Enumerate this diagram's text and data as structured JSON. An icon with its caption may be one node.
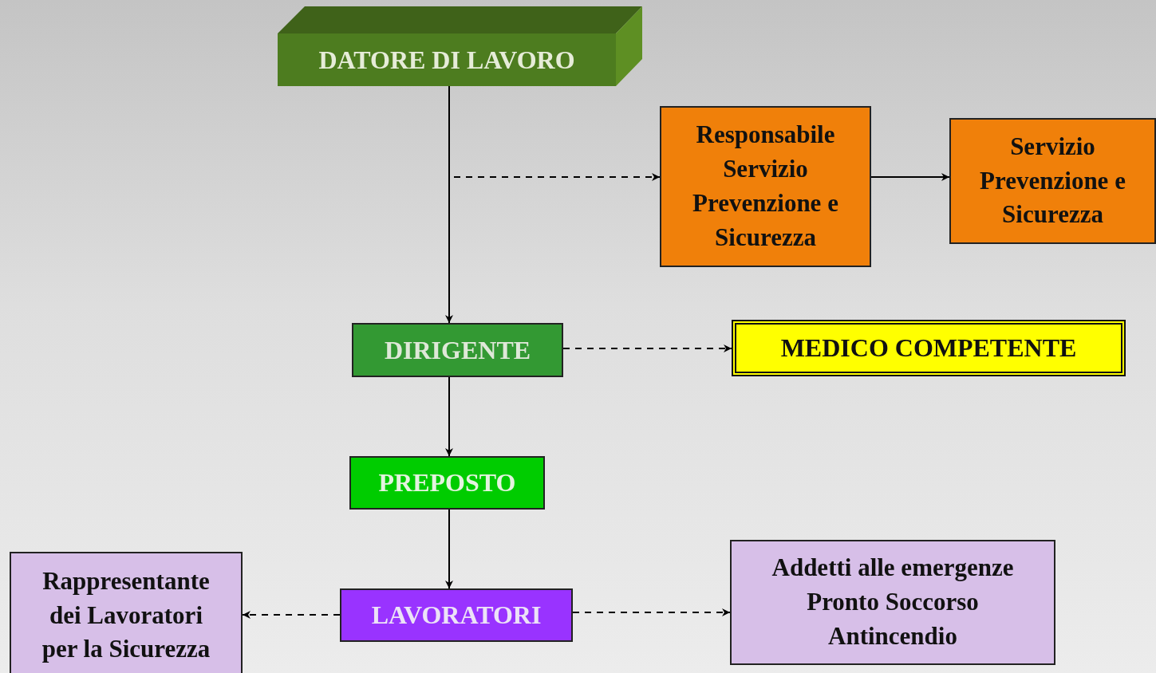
{
  "diagram": {
    "nodes": [
      {
        "text": [
          "DATORE DI LAVORO"
        ]
      },
      {
        "text": [
          "Responsabile Servizio Prevenzione e Sicurezza"
        ]
      },
      {
        "text": [
          "Servizio Prevenzione e Sicurezza"
        ]
      },
      {
        "text": [
          "DIRIGENTE"
        ]
      },
      {
        "text": [
          "MEDICO COMPETENTE"
        ]
      },
      {
        "text": [
          "PREPOSTO"
        ]
      },
      {
        "text": [
          "LAVORATORI"
        ]
      },
      {
        "text": [
          "Rappresentante dei Lavoratori per la Sicurezza"
        ]
      },
      {
        "text": [
          "Addetti alle emergenze Pronto Soccorso Antincendio"
        ]
      }
    ],
    "edges": [
      {
        "from": 0,
        "to": 3,
        "arrow": "to"
      },
      {
        "from": 0,
        "to": 1,
        "arrow": "to",
        "style": "dashed"
      },
      {
        "from": 1,
        "to": 2,
        "arrow": "to"
      },
      {
        "from": 3,
        "to": 4,
        "arrow": "to",
        "style": "dashed"
      },
      {
        "from": 3,
        "to": 5,
        "arrow": "to"
      },
      {
        "from": 5,
        "to": 6,
        "arrow": "to"
      },
      {
        "from": 6,
        "to": 7,
        "arrow": "to",
        "style": "dashed"
      },
      {
        "from": 6,
        "to": 8,
        "arrow": "to",
        "style": "dashed"
      }
    ]
  }
}
